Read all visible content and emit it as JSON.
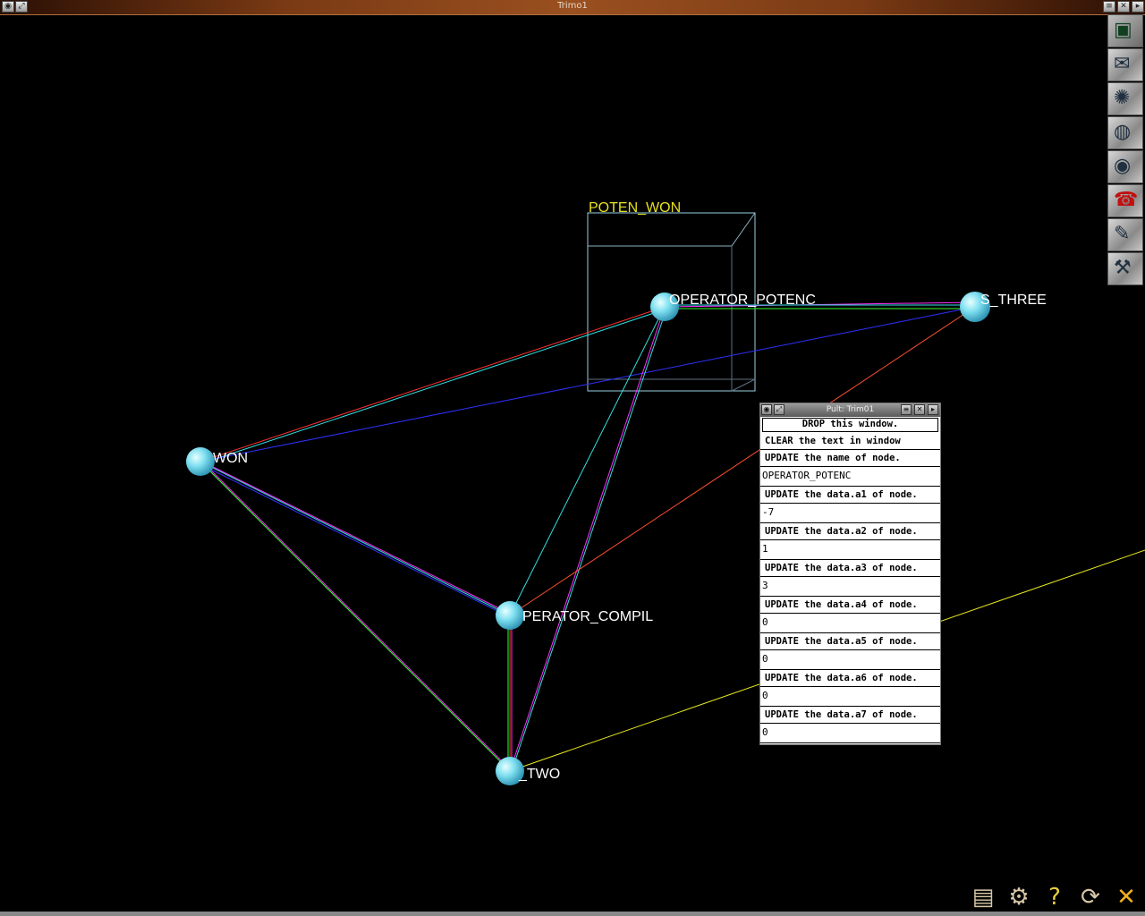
{
  "window": {
    "title": "Trimo1"
  },
  "scene": {
    "box_label": "POTEN_WON",
    "nodes": [
      {
        "label": "OPERATOR_POTENC"
      },
      {
        "label": "S_THREE"
      },
      {
        "label": "WON"
      },
      {
        "label": "PERATOR_COMPIL"
      },
      {
        "label": "_TWO"
      }
    ],
    "node_color": "#7fe0f0"
  },
  "dock": {
    "items": [
      "monitor-icon",
      "mail-icon",
      "spider-web-icon",
      "speaker-icon",
      "eye-icon",
      "phone-icon",
      "editor-icon",
      "hammer-icon"
    ]
  },
  "pult": {
    "title": "Pult: Trim01",
    "drop_label": "DROP this window.",
    "clear_label": "CLEAR the text in window",
    "update_name_label": "UPDATE the name of node.",
    "name_value": "OPERATOR_POTENC",
    "fields": [
      {
        "label": "UPDATE the data.a1 of node.",
        "value": "-7"
      },
      {
        "label": "UPDATE the data.a2 of node.",
        "value": "1"
      },
      {
        "label": "UPDATE the data.a3 of node.",
        "value": "3"
      },
      {
        "label": "UPDATE the data.a4 of node.",
        "value": "0"
      },
      {
        "label": "UPDATE the data.a5 of node.",
        "value": "0"
      },
      {
        "label": "UPDATE the data.a6 of node.",
        "value": "0"
      },
      {
        "label": "UPDATE the data.a7 of node.",
        "value": "0"
      }
    ]
  },
  "taskbar": {
    "items": [
      "stack-icon",
      "tools-icon",
      "help-icon",
      "refresh-icon",
      "exit-icon"
    ]
  }
}
